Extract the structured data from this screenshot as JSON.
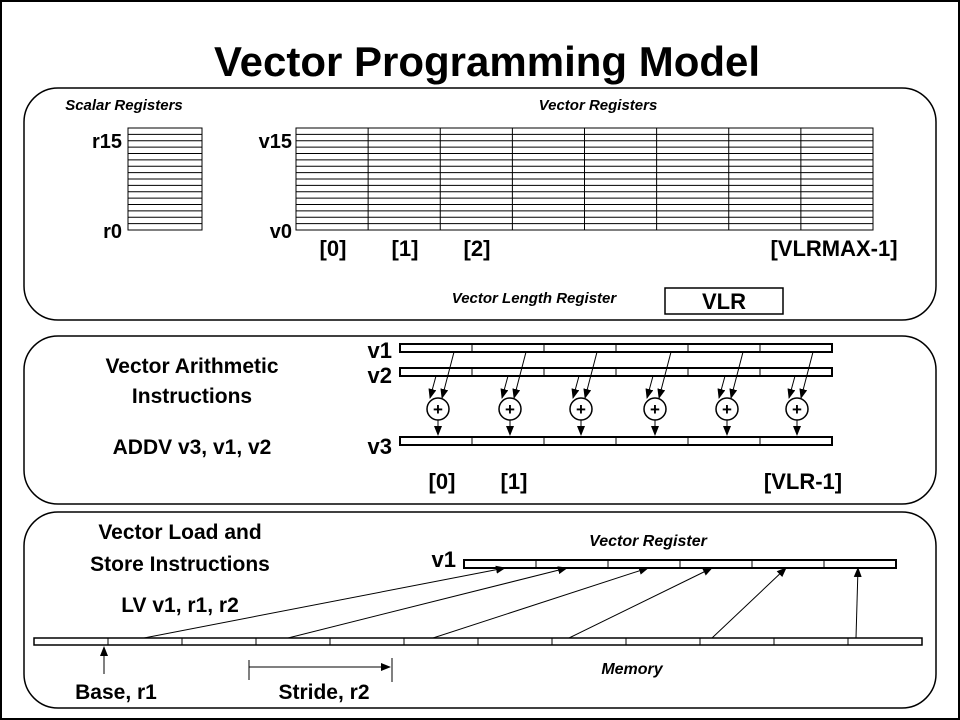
{
  "title": "Vector Programming Model",
  "panel1": {
    "scalar_heading": "Scalar Registers",
    "vector_heading": "Vector Registers",
    "scalar_top": "r15",
    "scalar_bottom": "r0",
    "vector_top": "v15",
    "vector_bottom": "v0",
    "element_labels": [
      "[0]",
      "[1]",
      "[2]",
      "[VLRMAX-1]"
    ],
    "vlr_caption": "Vector Length Register",
    "vlr_box": "VLR"
  },
  "panel2": {
    "heading_line1": "Vector Arithmetic",
    "heading_line2": "Instructions",
    "instruction": "ADDV v3, v1, v2",
    "reg_a": "v1",
    "reg_b": "v2",
    "reg_c": "v3",
    "op_symbol": "+",
    "element_labels": [
      "[0]",
      "[1]",
      "[VLR-1]"
    ]
  },
  "panel3": {
    "heading_line1": "Vector Load and",
    "heading_line2": "Store Instructions",
    "instruction": "LV v1, r1, r2",
    "vector_caption": "Vector Register",
    "reg": "v1",
    "memory_caption": "Memory",
    "base_label": "Base, r1",
    "stride_label": "Stride, r2"
  }
}
